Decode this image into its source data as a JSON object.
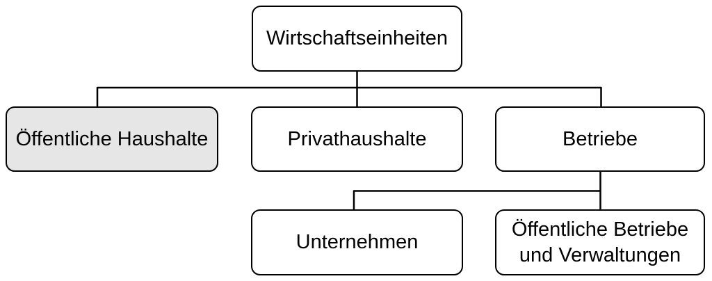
{
  "diagram": {
    "type": "tree",
    "colors": {
      "canvas_bg": "#ffffff",
      "node_fill": "#ffffff",
      "node_highlight_fill": "#e6e6e6",
      "node_stroke": "#000000",
      "edge_stroke": "#000000",
      "text": "#000000"
    },
    "tree": {
      "label": "Wirtschaftseinheiten",
      "highlighted": false,
      "children": [
        {
          "label": "Öffentliche Haushalte",
          "highlighted": true,
          "children": []
        },
        {
          "label": "Privathaushalte",
          "highlighted": false,
          "children": []
        },
        {
          "label": "Betriebe",
          "highlighted": false,
          "children": [
            {
              "label": "Unternehmen",
              "highlighted": false,
              "children": []
            },
            {
              "label": "Öffentliche Betriebe und Verwaltungen",
              "highlighted": false,
              "children": []
            }
          ]
        }
      ]
    }
  }
}
